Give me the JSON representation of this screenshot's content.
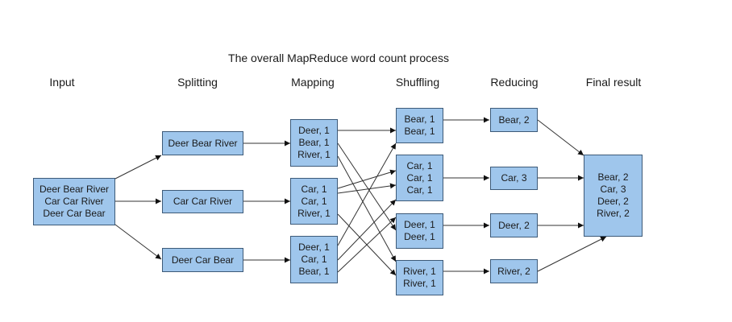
{
  "title": "The overall MapReduce word count process",
  "headers": {
    "input": "Input",
    "splitting": "Splitting",
    "mapping": "Mapping",
    "shuffling": "Shuffling",
    "reducing": "Reducing",
    "final": "Final result"
  },
  "input": [
    "Deer Bear River",
    "Car Car River",
    "Deer Car Bear"
  ],
  "splits": [
    "Deer Bear River",
    "Car Car River",
    "Deer Car Bear"
  ],
  "maps": [
    [
      "Deer, 1",
      "Bear, 1",
      "River, 1"
    ],
    [
      "Car, 1",
      "Car, 1",
      "River, 1"
    ],
    [
      "Deer, 1",
      "Car, 1",
      "Bear, 1"
    ]
  ],
  "shuffles": [
    [
      "Bear, 1",
      "Bear, 1"
    ],
    [
      "Car, 1",
      "Car, 1",
      "Car, 1"
    ],
    [
      "Deer, 1",
      "Deer, 1"
    ],
    [
      "River, 1",
      "River, 1"
    ]
  ],
  "reduces": [
    "Bear, 2",
    "Car, 3",
    "Deer, 2",
    "River, 2"
  ],
  "final": [
    "Bear, 2",
    "Car, 3",
    "Deer, 2",
    "River, 2"
  ]
}
